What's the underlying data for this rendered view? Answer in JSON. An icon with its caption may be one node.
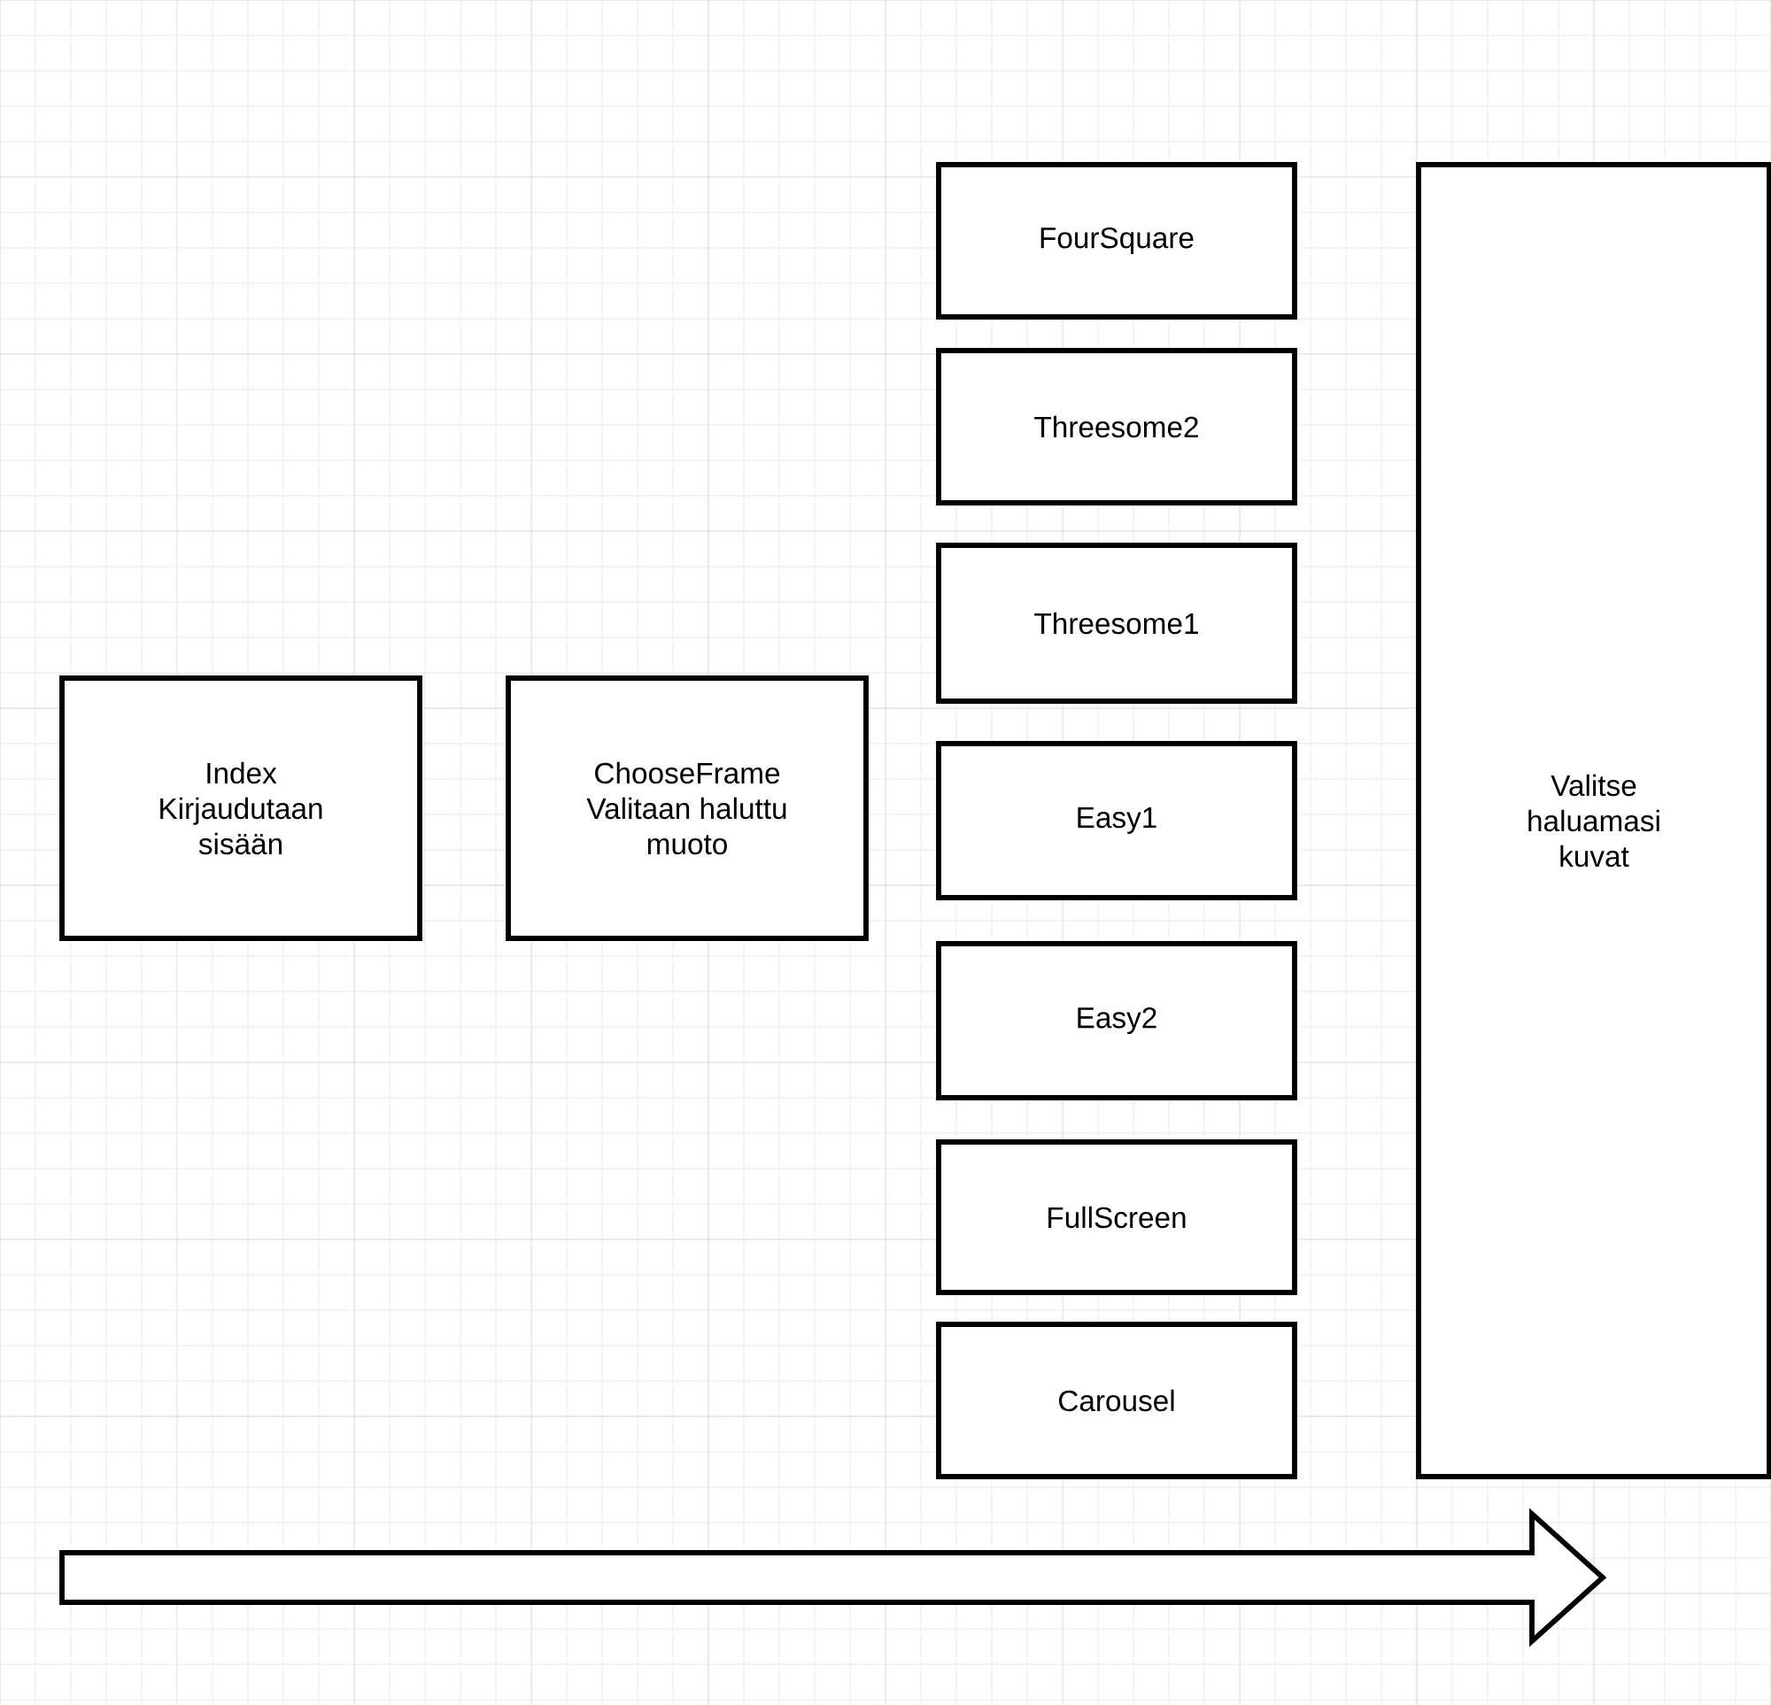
{
  "diagram": {
    "nodes": [
      {
        "text": [
          "Index",
          "Kirjaudutaan sisään"
        ]
      },
      {
        "text": [
          "ChooseFrame",
          "Valitaan haluttu muoto"
        ]
      },
      {
        "text": [
          "FourSquare"
        ]
      },
      {
        "text": [
          "Threesome2"
        ]
      },
      {
        "text": [
          "Threesome1"
        ]
      },
      {
        "text": [
          "Easy1"
        ]
      },
      {
        "text": [
          "Easy2"
        ]
      },
      {
        "text": [
          "FullScreen"
        ]
      },
      {
        "text": [
          "Carousel"
        ]
      },
      {
        "text": [
          "Valitse haluamasi kuvat"
        ]
      }
    ],
    "edges": []
  }
}
